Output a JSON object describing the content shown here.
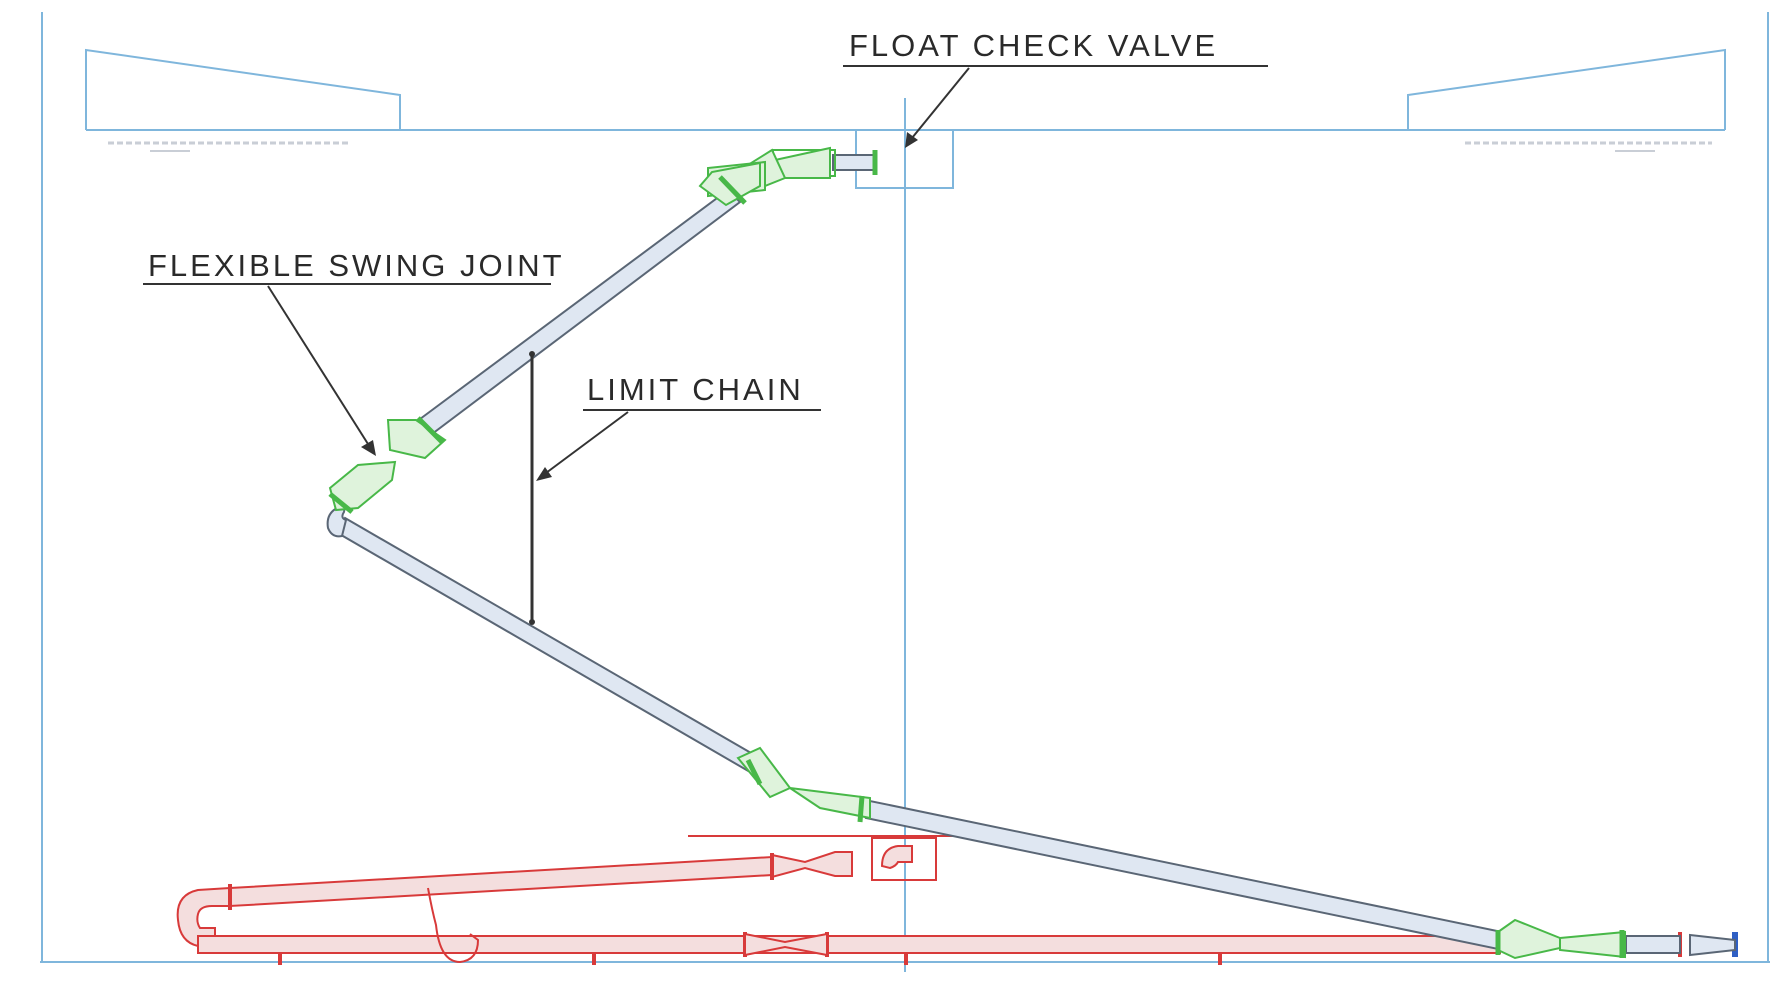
{
  "labels": {
    "float_check_valve": "FLOAT CHECK VALVE",
    "flexible_swing_joint": "FLEXIBLE SWING JOINT",
    "limit_chain": "LIMIT CHAIN"
  },
  "colors": {
    "tank_outline": "#7fb6dc",
    "centerline": "#7fb6dc",
    "pipe_outline": "#5a6675",
    "pipe_fill": "#dfe7f2",
    "floating_joint": "#48b848",
    "fixed_piping": "#d83a3a",
    "outlet_valve": "#2f5fc4",
    "label_text": "#2a2a2a"
  }
}
